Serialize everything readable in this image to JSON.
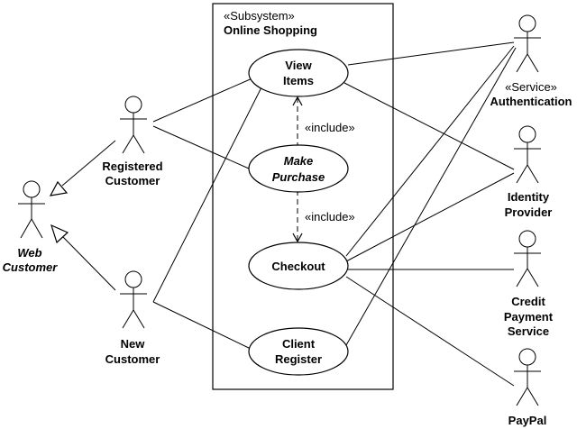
{
  "subsystem": {
    "stereotype": "«Subsystem»",
    "name": "Online Shopping"
  },
  "use_cases": {
    "view_items": [
      "View",
      "Items"
    ],
    "make_purchase": [
      "Make",
      "Purchase"
    ],
    "checkout": [
      "Checkout"
    ],
    "client_register": [
      "Client",
      "Register"
    ]
  },
  "include_labels": {
    "top": "«include»",
    "bottom": "«include»"
  },
  "actors": {
    "registered_customer": [
      "Registered",
      "Customer"
    ],
    "web_customer": [
      "Web",
      "Customer"
    ],
    "new_customer": [
      "New",
      "Customer"
    ],
    "authentication_stereotype": "«Service»",
    "authentication": "Authentication",
    "identity_provider": [
      "Identity",
      "Provider"
    ],
    "credit_payment_service": [
      "Credit",
      "Payment",
      "Service"
    ],
    "paypal": "PayPal"
  }
}
